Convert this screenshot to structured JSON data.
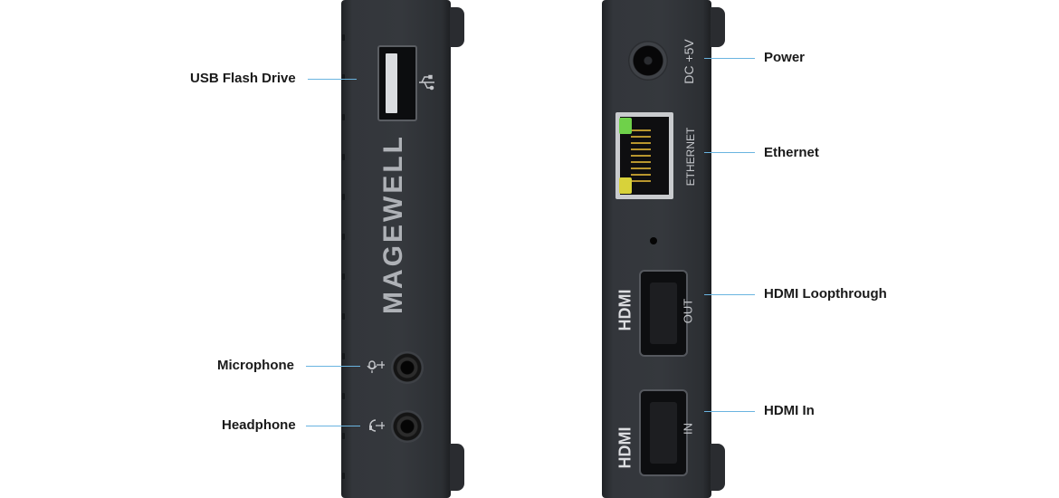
{
  "callouts": {
    "usb_flash_drive": "USB Flash Drive",
    "microphone": "Microphone",
    "headphone": "Headphone",
    "power": "Power",
    "ethernet": "Ethernet",
    "hdmi_loopthrough": "HDMI Loopthrough",
    "hdmi_in": "HDMI In"
  },
  "device_print": {
    "brand": "MAGEWELL",
    "dc": "DC +5V",
    "ethernet": "ETHERNET",
    "hdmi_logo": "HDMI",
    "out": "OUT",
    "in": "IN"
  },
  "colors": {
    "leader_line": "#6ab4e0",
    "device_body": "#33363b",
    "led_green": "#6fd14a",
    "led_yellow": "#d8d23a"
  },
  "icons": {
    "usb": "usb-trident-icon",
    "microphone": "microphone-icon",
    "headphone": "headphone-icon"
  }
}
